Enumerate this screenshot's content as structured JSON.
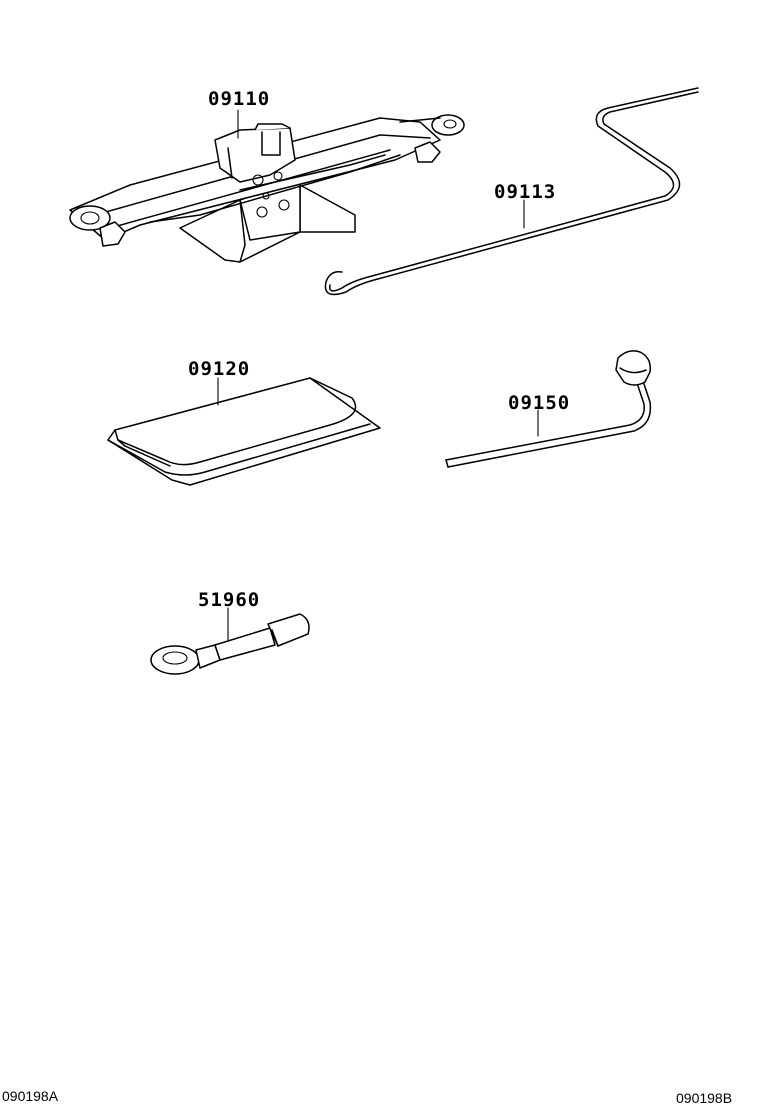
{
  "parts": [
    {
      "id": "jack",
      "number": "09110"
    },
    {
      "id": "jack-handle",
      "number": "09113"
    },
    {
      "id": "tool-bag",
      "number": "09120"
    },
    {
      "id": "wheel-nut-wrench",
      "number": "09150"
    },
    {
      "id": "towing-eyelet",
      "number": "51960"
    }
  ],
  "footer": {
    "left_code": "090198A",
    "right_code": "090198B"
  }
}
